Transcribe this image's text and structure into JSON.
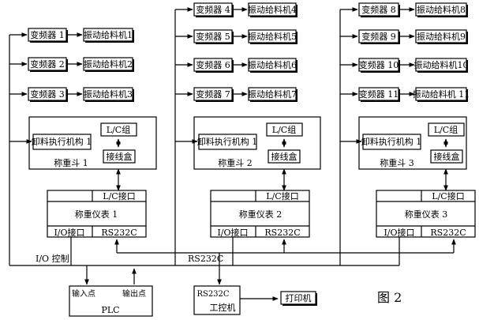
{
  "figure_label": "图 2",
  "groups": [
    {
      "vfds": [
        "变频器 1",
        "变频器 2",
        "变频器 3"
      ],
      "feeders": [
        "振动给料机1",
        "振动给料机2",
        "振动给料机3"
      ],
      "hopper": {
        "actuator": "卸料执行机构 1",
        "lc_group": "L/C组",
        "junction": "接线盒",
        "name": "称重斗 1"
      },
      "instrument": {
        "lc_port": "L/C接口",
        "name": "称重仪表 1",
        "io_port": "I/O接口",
        "rs232": "RS232C"
      }
    },
    {
      "vfds": [
        "变频器 4",
        "变频器 5",
        "变频器 6",
        "变频器 7"
      ],
      "feeders": [
        "振动给料机4",
        "振动给料机5",
        "振动给料机6",
        "振动给料机7"
      ],
      "hopper": {
        "actuator": "卸料执行机构 1",
        "lc_group": "L/C组",
        "junction": "接线盒",
        "name": "称重斗 2"
      },
      "instrument": {
        "lc_port": "L/C接口",
        "name": "称重仪表 2",
        "io_port": "I/O接口",
        "rs232": "RS232C"
      }
    },
    {
      "vfds": [
        "变频器 8",
        "变频器 9",
        "变频器 10",
        "变频器 11"
      ],
      "feeders": [
        "振动给料机8",
        "振动给料机9",
        "振动给料机10",
        "振动给料机 11"
      ],
      "hopper": {
        "actuator": "卸料执行机构 1",
        "lc_group": "L/C组",
        "junction": "接线盒",
        "name": "称重斗 3"
      },
      "instrument": {
        "lc_port": "L/C接口",
        "name": "称重仪表 3",
        "io_port": "I/O接口",
        "rs232": "RS232C"
      }
    }
  ],
  "bus": {
    "io_label": "I/O 控制",
    "rs232_label": "RS232C"
  },
  "plc": {
    "input": "输入点",
    "output": "输出点",
    "name": "PLC"
  },
  "ipc": {
    "rs232": "RS232C",
    "name": "工控机"
  },
  "printer": "打印机"
}
